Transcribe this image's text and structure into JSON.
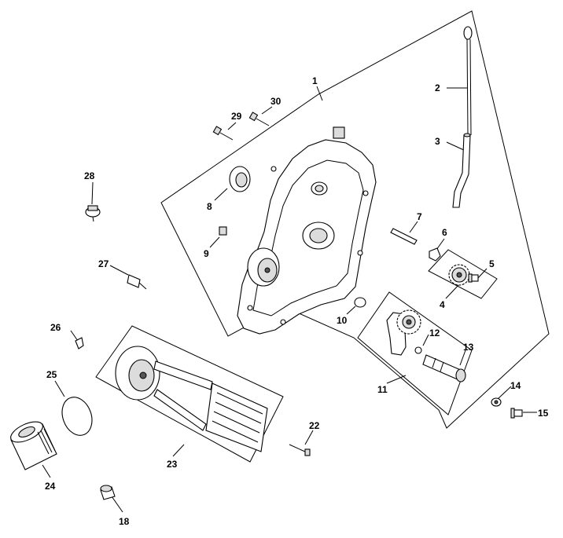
{
  "parts": [
    {
      "id": "p1",
      "label": "1"
    },
    {
      "id": "p2",
      "label": "2"
    },
    {
      "id": "p3",
      "label": "3"
    },
    {
      "id": "p4",
      "label": "4"
    },
    {
      "id": "p5",
      "label": "5"
    },
    {
      "id": "p6",
      "label": "6"
    },
    {
      "id": "p7",
      "label": "7"
    },
    {
      "id": "p8",
      "label": "8"
    },
    {
      "id": "p9",
      "label": "9"
    },
    {
      "id": "p10",
      "label": "10"
    },
    {
      "id": "p11",
      "label": "11"
    },
    {
      "id": "p12",
      "label": "12"
    },
    {
      "id": "p13",
      "label": "13"
    },
    {
      "id": "p14",
      "label": "14"
    },
    {
      "id": "p15",
      "label": "15"
    },
    {
      "id": "p18",
      "label": "18"
    },
    {
      "id": "p22",
      "label": "22"
    },
    {
      "id": "p23",
      "label": "23"
    },
    {
      "id": "p24",
      "label": "24"
    },
    {
      "id": "p25",
      "label": "25"
    },
    {
      "id": "p26",
      "label": "26"
    },
    {
      "id": "p27",
      "label": "27"
    },
    {
      "id": "p28",
      "label": "28"
    },
    {
      "id": "p29",
      "label": "29"
    },
    {
      "id": "p30",
      "label": "30"
    }
  ]
}
